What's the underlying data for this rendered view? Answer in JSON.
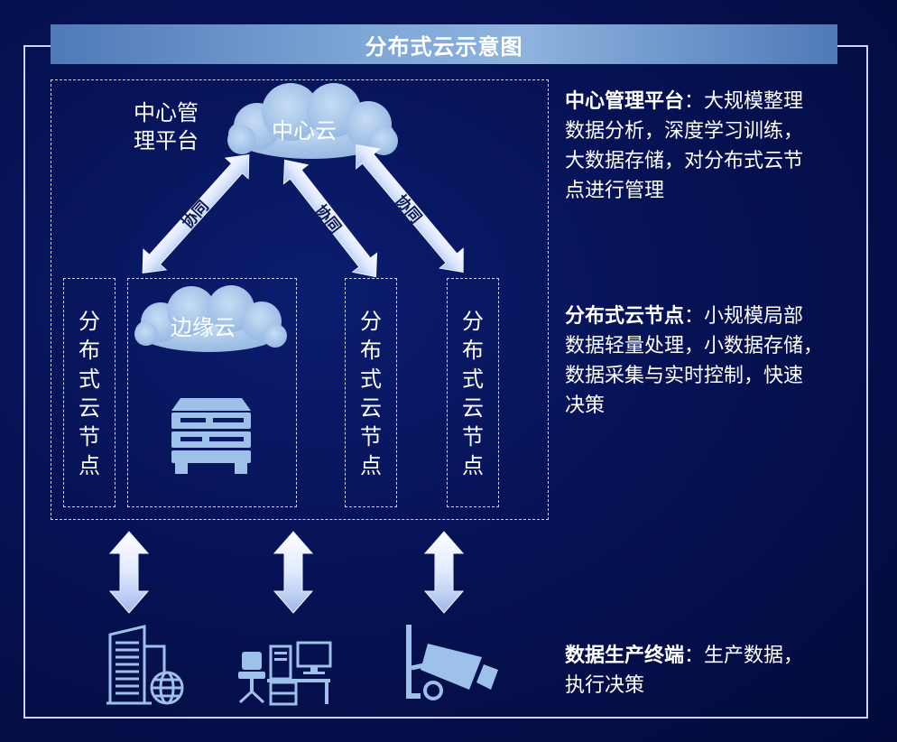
{
  "title": "分布式云示意图",
  "central": {
    "platform_label_line1": "中心管",
    "platform_label_line2": "理平台",
    "cloud_label": "中心云",
    "arrow_label": "协同"
  },
  "edge": {
    "cloud_label": "边缘云",
    "node_label_chars": [
      "分",
      "布",
      "式",
      "云",
      "节",
      "点"
    ]
  },
  "descriptions": {
    "central": {
      "heading": "中心管理平台",
      "colon": "：",
      "line1_rest": "大规模整理",
      "line2": "数据分析，深度学习训练，",
      "line3": "大数据存储，对分布式云节",
      "line4": "点进行管理"
    },
    "node": {
      "heading": "分布式云节点",
      "colon": "：",
      "line1_rest": "小规模局部",
      "line2": "数据轻量处理，小数据存储，",
      "line3": "数据采集与实时控制，快速",
      "line4": "决策"
    },
    "terminal": {
      "heading": "数据生产终端",
      "colon": "：",
      "line1_rest": "生产数据，",
      "line2": "执行决策"
    }
  },
  "icons": [
    "cloud-icon",
    "server-icon",
    "building-globe-icon",
    "workstation-icon",
    "security-camera-icon",
    "double-arrow-icon"
  ]
}
